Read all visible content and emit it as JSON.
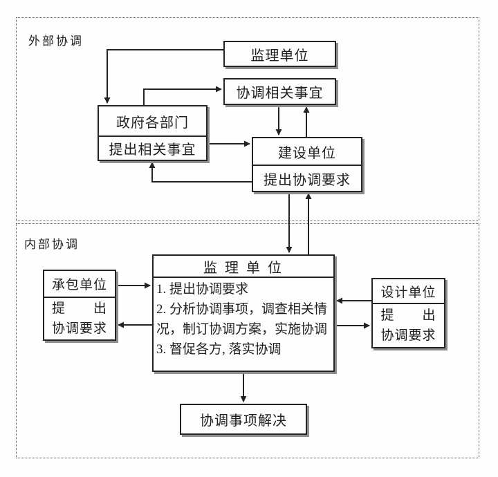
{
  "sections": {
    "external": {
      "label": "外部协调",
      "supervisor_box": {
        "title": "监理单位"
      },
      "coordinate_box": {
        "title": "协调相关事宜"
      },
      "government_box": {
        "title": "政府各部门",
        "action": "提出相关事宜"
      },
      "construction_box": {
        "title": "建设单位",
        "action": "提出协调要求"
      }
    },
    "internal": {
      "label": "内部协调",
      "contractor_box": {
        "title": "承包单位",
        "action_line1": "提　　出",
        "action_line2": "协调要求"
      },
      "supervisor_box": {
        "title": "监 理 单 位",
        "tasks": [
          "1. 提出协调要求",
          "2. 分析协调事项，调查相关情",
          "况，制订协调方案，实施协调",
          "3. 督促各方, 落实协调"
        ]
      },
      "design_box": {
        "title": "设计单位",
        "action_line1": "提　　出",
        "action_line2": "协调要求"
      },
      "resolved_box": {
        "title": "协调事项解决"
      }
    }
  },
  "colors": {
    "line": "#242424",
    "box_shadow": "#8e8e8e",
    "background": "#fefefe"
  }
}
